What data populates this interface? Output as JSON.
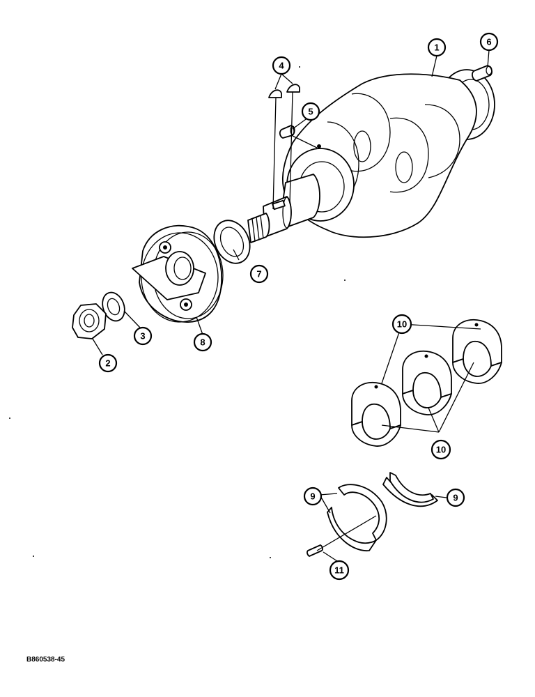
{
  "diagram": {
    "figure_code": "B860538-45",
    "callouts": {
      "c1": "1",
      "c2": "2",
      "c3": "3",
      "c4": "4",
      "c5": "5",
      "c6": "6",
      "c7": "7",
      "c8": "8",
      "c9a": "9",
      "c9b": "9",
      "c10a": "10",
      "c10b": "10",
      "c11": "11"
    }
  }
}
